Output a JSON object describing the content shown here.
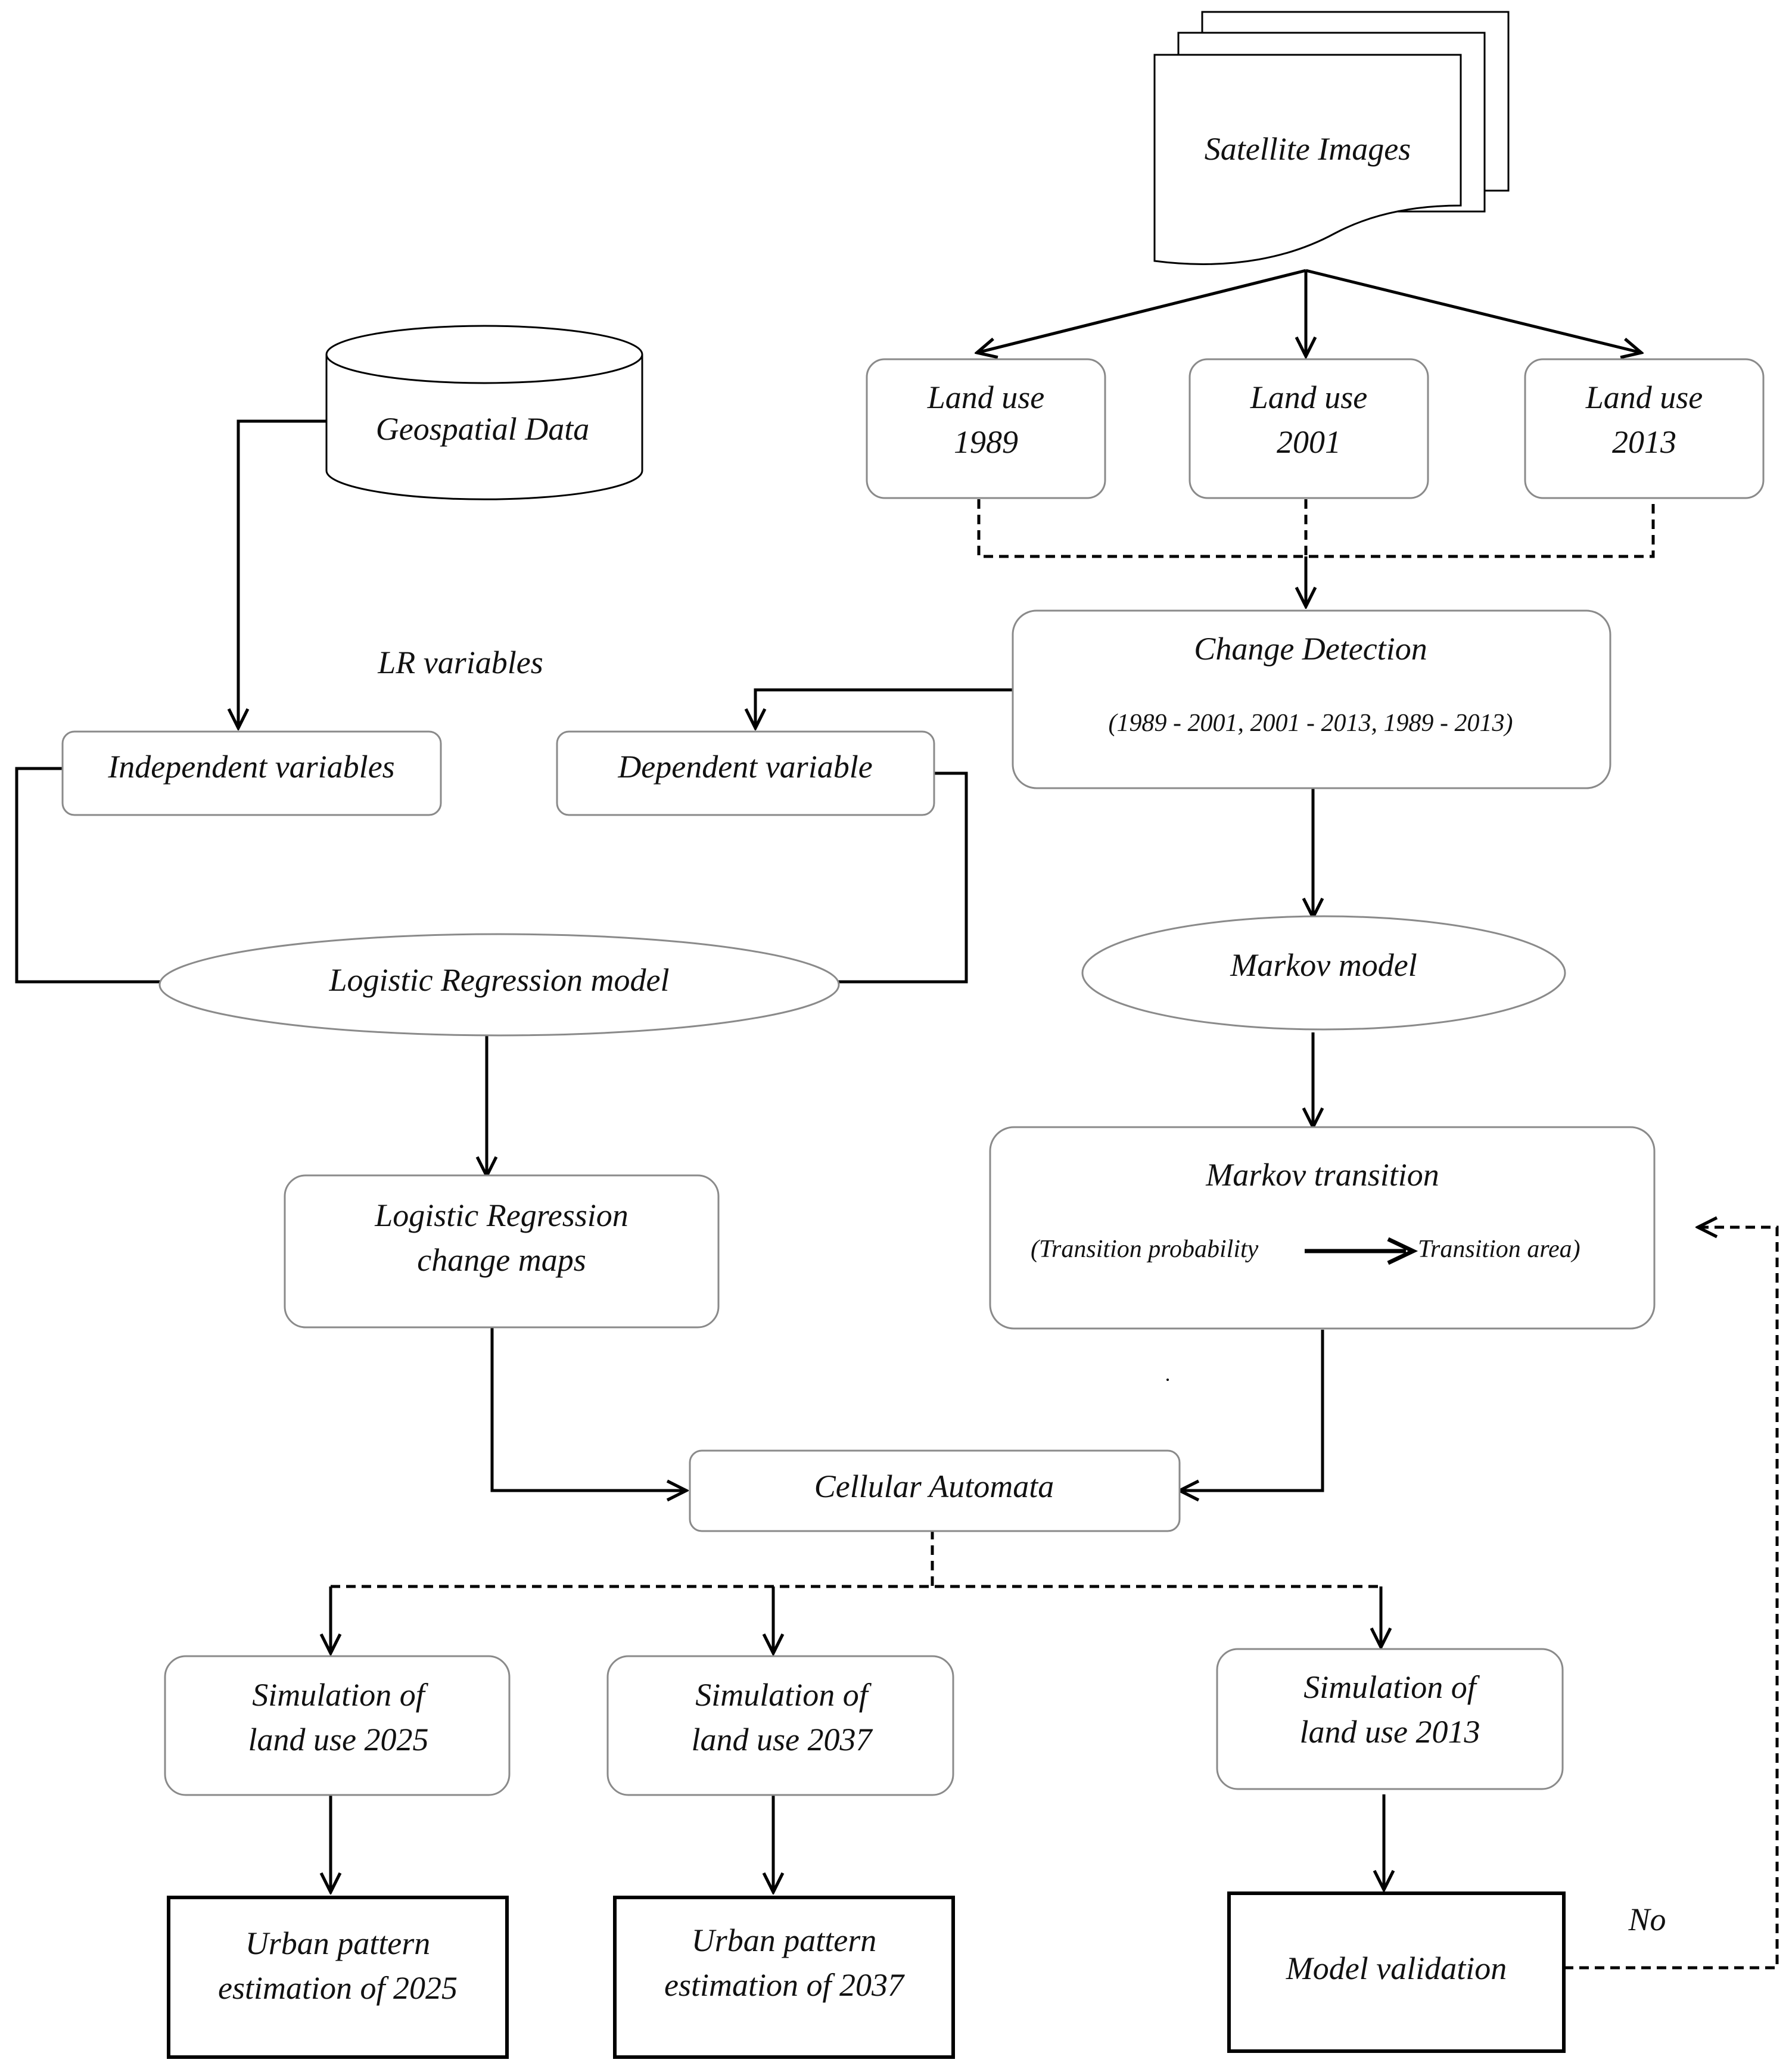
{
  "nodes": {
    "satellite": "Satellite Images",
    "geospatial": "Geospatial Data",
    "landuse_1989": [
      "Land use",
      "1989"
    ],
    "landuse_2001": [
      "Land use",
      "2001"
    ],
    "landuse_2013": [
      "Land use",
      "2013"
    ],
    "change_detection": {
      "title": "Change Detection",
      "periods": "(1989 - 2001, 2001 - 2013, 1989 - 2013)"
    },
    "independent": "Independent variables",
    "dependent": "Dependent variable",
    "logistic_model": "Logistic Regression model",
    "markov_model": "Markov model",
    "lr_change_maps": [
      "Logistic Regression",
      "change maps"
    ],
    "markov_transition": {
      "title": "Markov transition",
      "from": "(Transition probability",
      "to": "Transition area)"
    },
    "cellular_automata": "Cellular Automata",
    "sim_2025": [
      "Simulation of",
      "land use 2025"
    ],
    "sim_2037": [
      "Simulation of",
      "land use 2037"
    ],
    "sim_2013": [
      "Simulation of",
      "land use 2013"
    ],
    "urban_2025": [
      "Urban pattern",
      "estimation of 2025"
    ],
    "urban_2037": [
      "Urban pattern",
      "estimation of 2037"
    ],
    "model_validation": "Model validation"
  },
  "edge_labels": {
    "lr_variables": "LR variables",
    "no": "No"
  }
}
